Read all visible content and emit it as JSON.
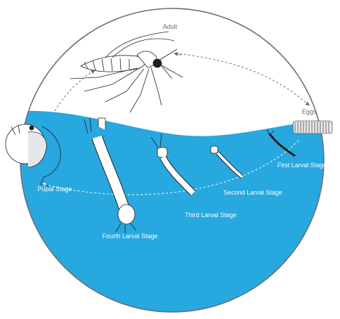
{
  "labels": {
    "adult": "Adult",
    "eggs": "Eggs",
    "first_larval": "First Larval Stage",
    "second_larval": "Second Larval Stage",
    "third_larval": "Third Larval Stage",
    "fourth_larval": "Fourth Larval Stage",
    "pupal": "Pupal Stage"
  },
  "colors": {
    "water": "#27a8df",
    "circle_outline": "#6d6e71",
    "arrow_above_water": "#6d6e71",
    "arrow_in_water": "#ffffff",
    "organism_fill": "#ffffff",
    "organism_line": "#231f20"
  },
  "icons": [
    "adult-mosquito-icon",
    "egg-raft-icon",
    "larva-icon",
    "pupa-icon"
  ]
}
